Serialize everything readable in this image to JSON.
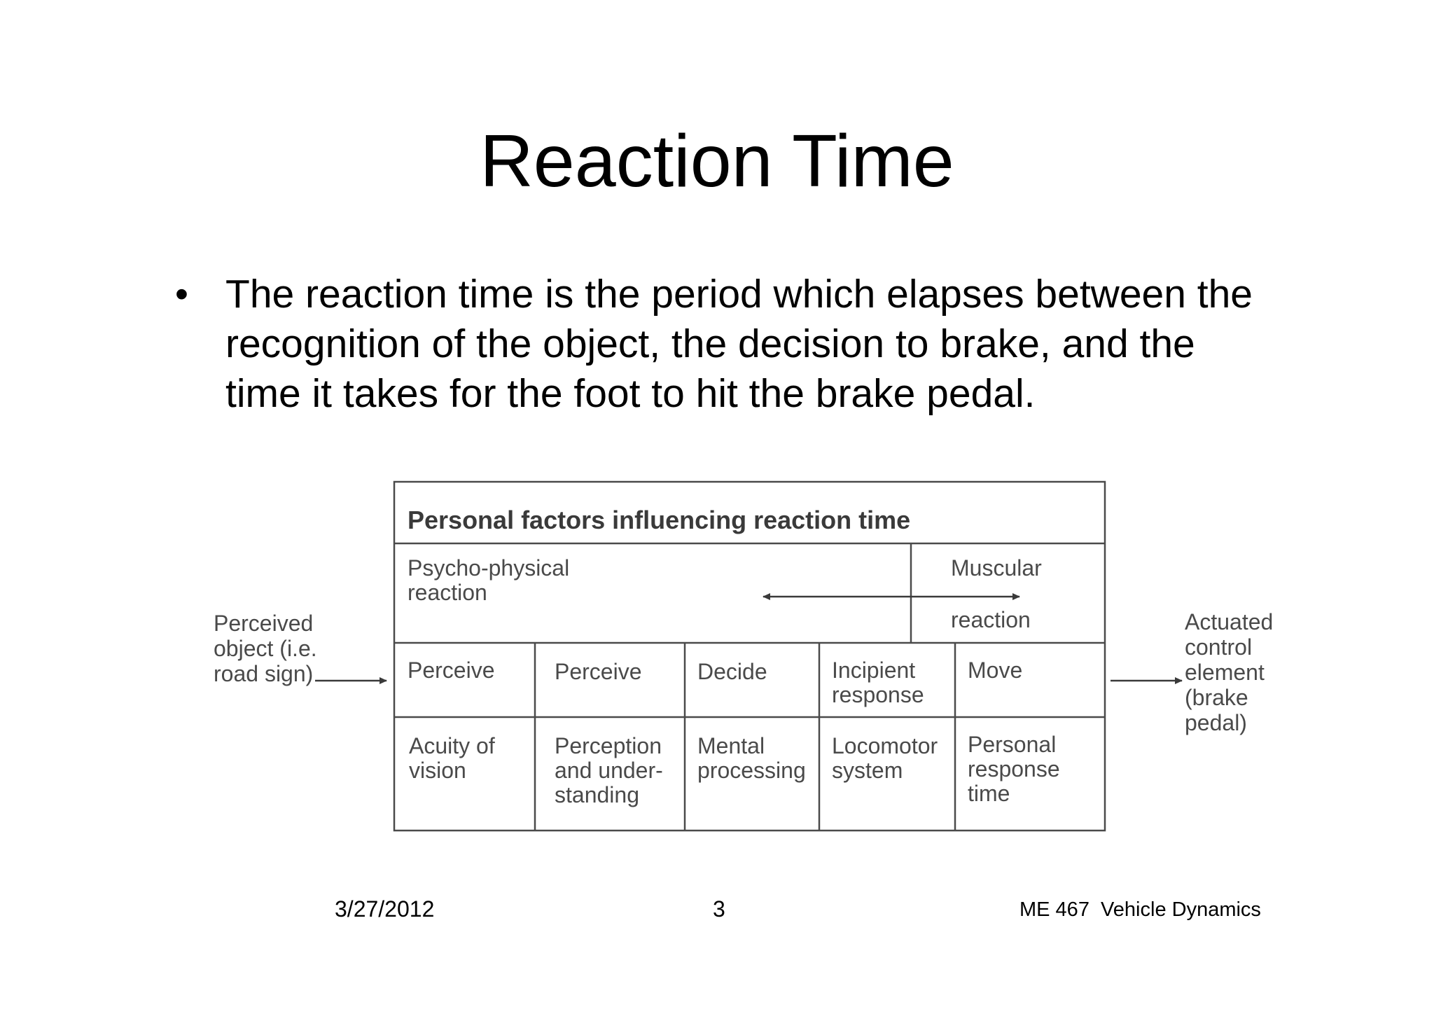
{
  "slide": {
    "title": "Reaction Time",
    "bullet": "The reaction time is the period which elapses between the recognition of the object, the decision to brake, and the time it takes for the foot to hit the brake pedal."
  },
  "diagram": {
    "box_title": "Personal factors influencing reaction time",
    "psycho_label": "Psycho-physical reaction",
    "muscular_top": "Muscular",
    "muscular_bottom": "reaction",
    "left_label": "Perceived object (i.e. road sign)",
    "right_label": "Actuated control element (brake pedal)",
    "stages": [
      "Perceive",
      "Perceive",
      "Decide",
      "Incipient response",
      "Move"
    ],
    "factors": [
      "Acuity of vision",
      "Perception and under-standing",
      "Mental processing",
      "Locomotor system",
      "Personal response time"
    ]
  },
  "footer": {
    "date": "3/27/2012",
    "page": "3",
    "course": "ME 467  Vehicle Dynamics"
  }
}
